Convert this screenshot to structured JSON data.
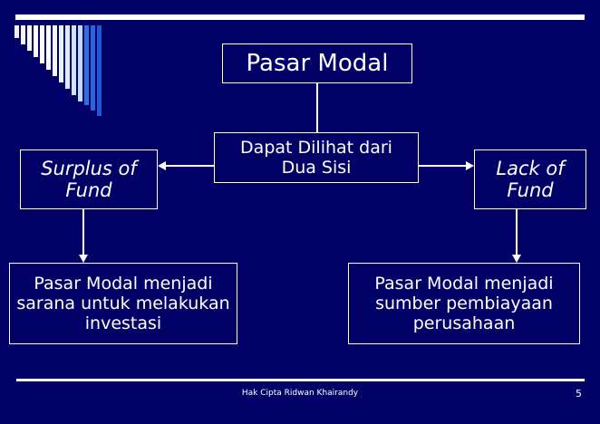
{
  "slide": {
    "background_color": "#000066",
    "text_color": "#ffffff",
    "title": "Pasar Modal",
    "page_number": "5",
    "footer": "Hak Cipta Ridwan Khairandy"
  },
  "decoration": {
    "name": "descending-bar-graphic",
    "bar_count": 14,
    "bars": [
      {
        "color": "#f2f0e4",
        "height": 14
      },
      {
        "color": "#f7f5ea",
        "height": 21
      },
      {
        "color": "#faf8ef",
        "height": 28
      },
      {
        "color": "#fdfcf6",
        "height": 35
      },
      {
        "color": "#fdfdfa",
        "height": 42
      },
      {
        "color": "#fafcfd",
        "height": 49
      },
      {
        "color": "#f2f8fd",
        "height": 56
      },
      {
        "color": "#e8f2fc",
        "height": 63
      },
      {
        "color": "#dcecfb",
        "height": 70
      },
      {
        "color": "#cfe4fa",
        "height": 77
      },
      {
        "color": "#c0dbf9",
        "height": 84
      },
      {
        "color": "#2f6fe0",
        "height": 88
      },
      {
        "color": "#2a64da",
        "height": 94
      },
      {
        "color": "#1f57d4",
        "height": 100
      }
    ]
  },
  "diagram": {
    "title_box": {
      "label": "Pasar Modal"
    },
    "middle_box": {
      "label": "Dapat Dilihat dari Dua Sisi"
    },
    "left_box": {
      "label": "Surplus of Fund"
    },
    "right_box": {
      "label": "Lack of Fund"
    },
    "bottom_left_box": {
      "label": "Pasar Modal menjadi sarana untuk melakukan investasi"
    },
    "bottom_right_box": {
      "label": "Pasar Modal menjadi sumber pembiayaan perusahaan"
    },
    "connectors": [
      {
        "name": "arrow-middle-to-left",
        "direction": "left"
      },
      {
        "name": "arrow-middle-to-right",
        "direction": "right"
      },
      {
        "name": "arrow-left-to-bottom-left",
        "direction": "down"
      },
      {
        "name": "arrow-right-to-bottom-right",
        "direction": "down"
      },
      {
        "name": "line-title-to-middle",
        "direction": "vertical"
      }
    ]
  }
}
